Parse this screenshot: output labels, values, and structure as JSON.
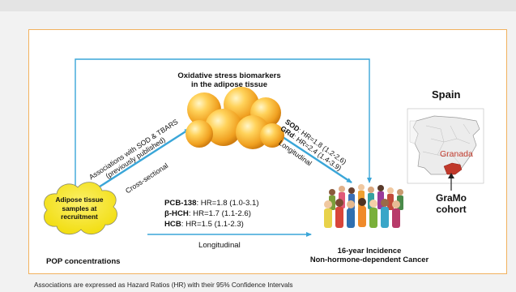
{
  "diagram": {
    "biomarkers_title": [
      "Oxidative stress biomarkers",
      "in the adipose tissue"
    ],
    "left_arrow_label": [
      "Associations with SOD & TBARS",
      "(previously published)"
    ],
    "left_arrow_sublabel": "Cross-sectional",
    "right_arrow_results": [
      {
        "marker": "SOD",
        "result": ": HR=1.8 (1.2-2.6)"
      },
      {
        "marker": "GRd",
        "result": ": HR=2.4 (1.4-3.9)"
      }
    ],
    "right_arrow_sublabel": "Longitudinal",
    "pop_results": [
      {
        "marker": "PCB-138",
        "result": ": HR=1.8 (1.0-3.1)"
      },
      {
        "marker": "β-HCH",
        "result": ": HR=1.7 (1.1-2.6)"
      },
      {
        "marker": "HCB",
        "result": ": HR=1.5 (1.1-2.3)"
      }
    ],
    "bottom_arrow_label": "Longitudinal",
    "cloud_text": [
      "Adipose tissue",
      "samples at",
      "recruitment"
    ],
    "pop_label": "POP concentrations",
    "outcome_label": [
      "16-year Incidence",
      "Non-hormone-dependent Cancer"
    ],
    "map_title": "Spain",
    "map_city": "Granada",
    "cohort_label": [
      "GraMo",
      "cohort"
    ]
  },
  "footnote": "Associations are expressed as Hazard Ratios (HR) with their 95% Confidence Intervals",
  "colors": {
    "arrow": "#3aa6d8",
    "border": "#f2b15e",
    "cloud": "#f6e619",
    "granada": "#c0392b",
    "adipocyte": "#f2a623"
  }
}
